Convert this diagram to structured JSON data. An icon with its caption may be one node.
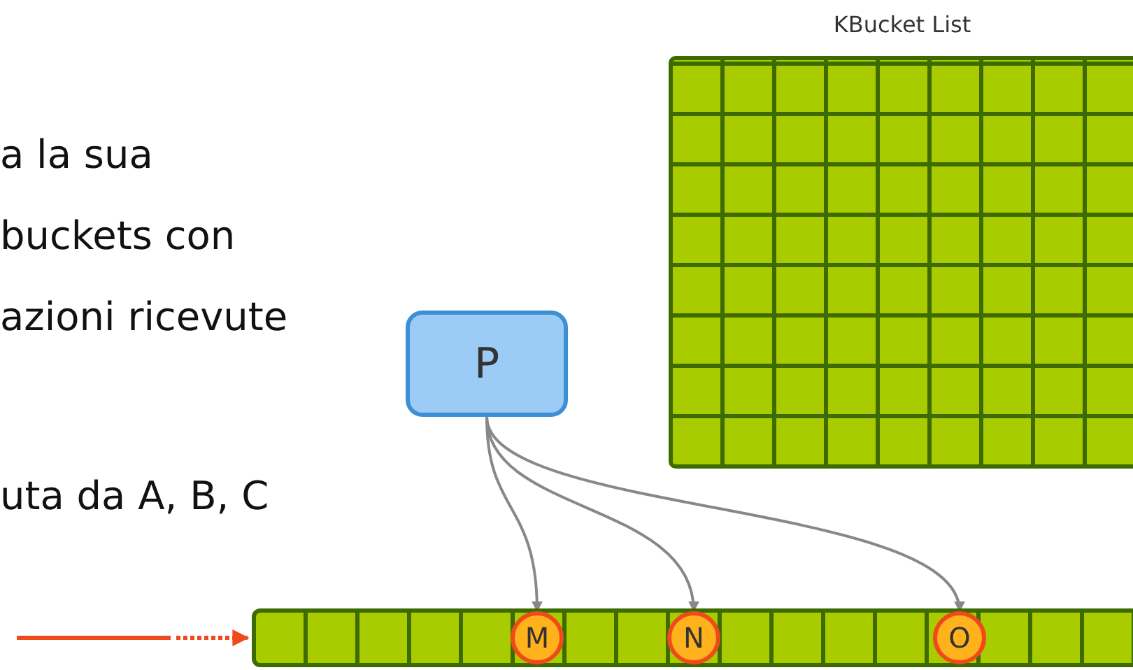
{
  "diagram": {
    "nodes": [
      {
        "text": [],
        "shape": "grid"
      },
      {
        "text": [
          "P"
        ]
      },
      {
        "text": [],
        "shape": "bar"
      },
      {
        "text": [
          "M"
        ],
        "in": 2
      },
      {
        "text": [
          "N"
        ],
        "in": 2
      },
      {
        "text": [
          "O"
        ],
        "in": 2
      }
    ],
    "edges": [
      {
        "from": 1,
        "to": 3,
        "arrow": "to"
      },
      {
        "from": 1,
        "to": 4,
        "arrow": "to"
      },
      {
        "from": 1,
        "to": 5,
        "arrow": "to"
      },
      {
        "from": null,
        "to": 2,
        "arrow": "to",
        "style": "dashed",
        "color": "#f04a1c"
      }
    ],
    "labels": [
      "a la sua buckets con azioni ricevute",
      "KBucket List",
      "uta da A, B, C"
    ]
  }
}
